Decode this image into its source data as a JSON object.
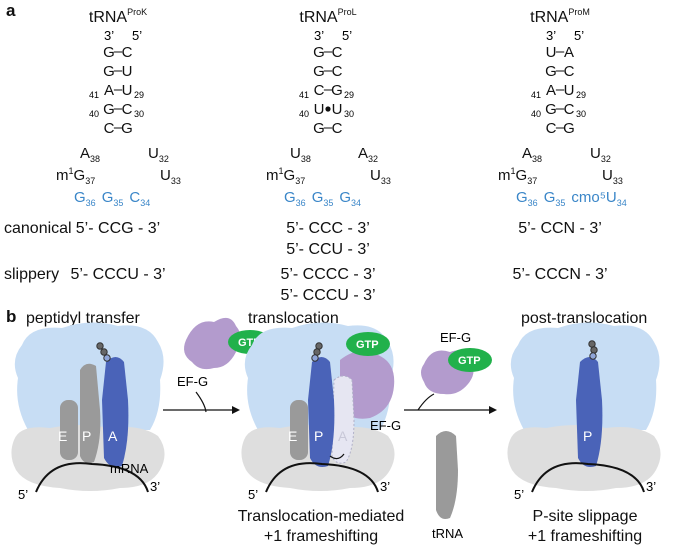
{
  "panel_labels": {
    "a": "a",
    "b": "b"
  },
  "trnas": [
    {
      "name": "tRNA",
      "sup": "ProK",
      "stem_3p": "3’",
      "stem_5p": "5’",
      "pairs": [
        {
          "left": "G",
          "bond": "–",
          "right": "C",
          "lnum": "",
          "rnum": ""
        },
        {
          "left": "G",
          "bond": "–",
          "right": "U",
          "lnum": "",
          "rnum": ""
        },
        {
          "left": "A",
          "bond": "–",
          "right": "U",
          "lnum": "41",
          "rnum": "29"
        },
        {
          "left": "G",
          "bond": "–",
          "right": "C",
          "lnum": "40",
          "rnum": "30"
        },
        {
          "left": "C",
          "bond": "–",
          "right": "G",
          "lnum": "",
          "rnum": ""
        }
      ],
      "loop_left_top": {
        "base": "A",
        "num": "38"
      },
      "loop_right_top": {
        "base": "U",
        "num": "32"
      },
      "loop_left_mod": {
        "pre": "m",
        "sup": "1",
        "base": "G",
        "num": "37"
      },
      "loop_right_mid": {
        "base": "U",
        "num": "33"
      },
      "anticodon": [
        {
          "base": "G",
          "num": "36"
        },
        {
          "base": "G",
          "num": "35"
        },
        {
          "base": "C",
          "num": "34"
        }
      ],
      "canonical": [
        "5’- CCG - 3’"
      ],
      "slippery": [
        "5’- CCCU - 3’"
      ]
    },
    {
      "name": "tRNA",
      "sup": "ProL",
      "stem_3p": "3’",
      "stem_5p": "5’",
      "pairs": [
        {
          "left": "G",
          "bond": "–",
          "right": "C",
          "lnum": "",
          "rnum": ""
        },
        {
          "left": "G",
          "bond": "–",
          "right": "C",
          "lnum": "",
          "rnum": ""
        },
        {
          "left": "C",
          "bond": "–",
          "right": "G",
          "lnum": "41",
          "rnum": "29"
        },
        {
          "left": "U",
          "bond": "•",
          "right": "U",
          "lnum": "40",
          "rnum": "30"
        },
        {
          "left": "G",
          "bond": "–",
          "right": "C",
          "lnum": "",
          "rnum": ""
        }
      ],
      "loop_left_top": {
        "base": "U",
        "num": "38"
      },
      "loop_right_top": {
        "base": "A",
        "num": "32"
      },
      "loop_left_mod": {
        "pre": "m",
        "sup": "1",
        "base": "G",
        "num": "37"
      },
      "loop_right_mid": {
        "base": "U",
        "num": "33"
      },
      "anticodon": [
        {
          "base": "G",
          "num": "36"
        },
        {
          "base": "G",
          "num": "35"
        },
        {
          "base": "G",
          "num": "34"
        }
      ],
      "canonical": [
        "5’- CCC - 3’",
        "5’- CCU - 3’"
      ],
      "slippery": [
        "5’- CCCC - 3’",
        "5’- CCCU - 3’"
      ]
    },
    {
      "name": "tRNA",
      "sup": "ProM",
      "stem_3p": "3’",
      "stem_5p": "5’",
      "pairs": [
        {
          "left": "U",
          "bond": "–",
          "right": "A",
          "lnum": "",
          "rnum": ""
        },
        {
          "left": "G",
          "bond": "–",
          "right": "C",
          "lnum": "",
          "rnum": ""
        },
        {
          "left": "A",
          "bond": "–",
          "right": "U",
          "lnum": "41",
          "rnum": "29"
        },
        {
          "left": "G",
          "bond": "–",
          "right": "C",
          "lnum": "40",
          "rnum": "30"
        },
        {
          "left": "C",
          "bond": "–",
          "right": "G",
          "lnum": "",
          "rnum": ""
        }
      ],
      "loop_left_top": {
        "base": "A",
        "num": "38"
      },
      "loop_right_top": {
        "base": "U",
        "num": "32"
      },
      "loop_left_mod": {
        "pre": "m",
        "sup": "1",
        "base": "G",
        "num": "37"
      },
      "loop_right_mid": {
        "base": "U",
        "num": "33"
      },
      "anticodon": [
        {
          "base": "G",
          "num": "36"
        },
        {
          "base": "G",
          "num": "35"
        },
        {
          "base": "cmo⁵U",
          "num": "34"
        }
      ],
      "canonical": [
        "5’- CCN - 3’"
      ],
      "slippery": [
        "5’- CCCN - 3’"
      ]
    }
  ],
  "row_labels": {
    "canonical": "canonical",
    "slippery": "slippery"
  },
  "stages": {
    "peptidyl": "peptidyl transfer",
    "translocation": "translocation",
    "post": "post-translocation"
  },
  "factors": {
    "gtp": "GTP",
    "efg": "EF-G",
    "trna": "tRNA",
    "mrna": "mRNA"
  },
  "sites": {
    "E": "E",
    "P": "P",
    "A": "A"
  },
  "ends": {
    "five": "5’",
    "three": "3’"
  },
  "captions": {
    "left_1": "Translocation-mediated",
    "left_2": "+1 frameshifting",
    "right_1": "P-site slippage",
    "right_2": "+1 frameshifting"
  },
  "colors": {
    "ribo_light": "#c7ddf4",
    "ribo_grey": "#dedede",
    "site_blue": "#4a63b8",
    "site_grey": "#9a9a9a",
    "efg_purple": "#b39bcd",
    "gtp_green": "#21b14b",
    "anticodon_blue": "#3a86c8"
  }
}
